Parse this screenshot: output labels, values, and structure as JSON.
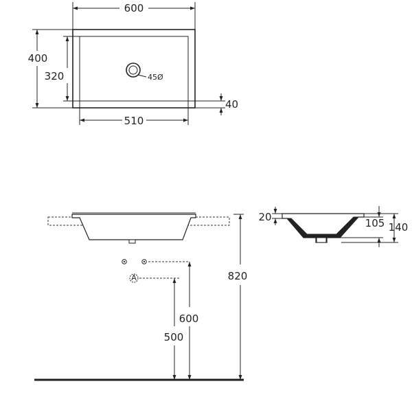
{
  "plan_view": {
    "width_label": "600",
    "depth_label": "400",
    "inner_depth_label": "320",
    "inner_width_label": "510",
    "rim_label": "40",
    "drain_label": "45Ø"
  },
  "elevation_view": {
    "total_height_label": "820",
    "upper_pipe_height_label": "600",
    "lower_pipe_height_label": "500"
  },
  "section_view": {
    "rim_thickness_label": "20",
    "bowl_depth_label": "105",
    "total_depth_label": "140"
  }
}
